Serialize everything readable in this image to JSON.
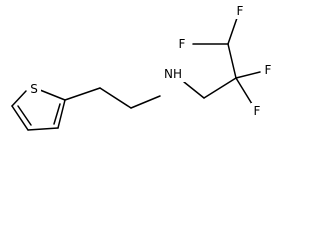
{
  "molecule": {
    "atoms": {
      "sulfur": "S",
      "nitrogen": "NH",
      "f_top_left": "F",
      "f_top_right": "F",
      "f_mid": "F",
      "f_bottom": "F"
    }
  },
  "colors": {
    "bond": "#000000",
    "text": "#000000",
    "background": "#ffffff"
  }
}
